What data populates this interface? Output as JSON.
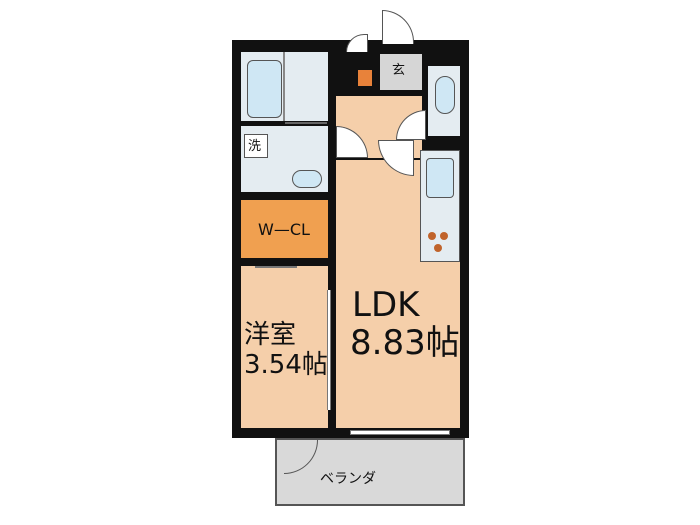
{
  "rooms": {
    "ldk": {
      "name": "LDK",
      "size": "8.83帖"
    },
    "western": {
      "name": "洋室",
      "size": "3.54帖"
    },
    "wcl": {
      "name": "W—CL"
    },
    "entrance": {
      "name": "玄"
    },
    "laundry": {
      "name": "洗"
    },
    "veranda": {
      "name": "ベランダ"
    }
  },
  "colors": {
    "floor": "#f5cfaa",
    "wall": "#111111",
    "closet": "#f0a050",
    "wet_area": "#e4ecf1",
    "entrance": "#d6d6d6",
    "veranda": "#d9d9d9",
    "fixture": "#cfe7f4",
    "marker": "#e8823a"
  }
}
